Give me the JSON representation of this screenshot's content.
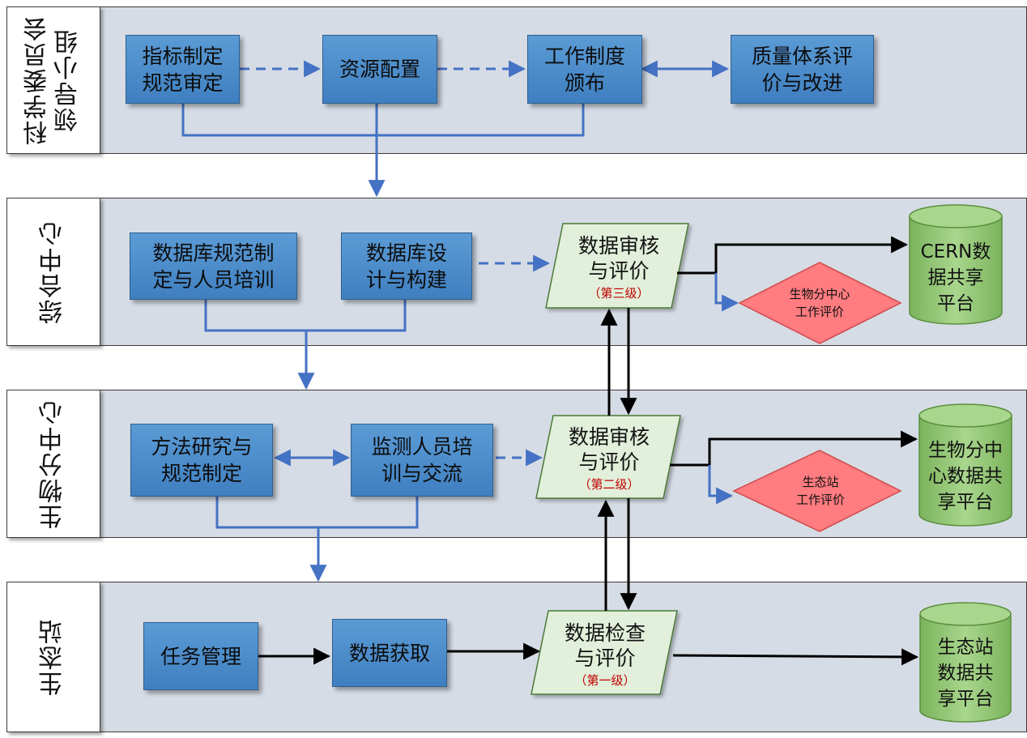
{
  "lanes": [
    {
      "label": "科学委员会\n领导小组"
    },
    {
      "label": "综合中心"
    },
    {
      "label": "生物分中心"
    },
    {
      "label": "生态站"
    }
  ],
  "committee": {
    "standards": "指标制定\n规范审定",
    "resources": "资源配置",
    "policy": "工作制度\n颁布",
    "quality": "质量体系评\n价与改进"
  },
  "center": {
    "db_standards": "数据库规范制\n定与人员培训",
    "db_design": "数据库设\n计与构建",
    "review": "数据审核\n与评价",
    "review_level": "（第三级）",
    "evaluation": "生物分中心\n工作评价",
    "platform": "CERN数\n据共享\n平台"
  },
  "bio": {
    "methods": "方法研究与\n规范制定",
    "training": "监测人员培\n训与交流",
    "review": "数据审核\n与评价",
    "review_level": "（第二级）",
    "evaluation": "生态站\n工作评价",
    "platform": "生物分中\n心数据共\n享平台"
  },
  "station": {
    "tasks": "任务管理",
    "acquisition": "数据获取",
    "check": "数据检查\n与评价",
    "check_level": "（第一级）",
    "platform": "生态站\n数据共\n享平台"
  },
  "colors": {
    "lane_bg": "#d6dce5",
    "box_blue": "#5b9bd5",
    "para_green": "#e2efda",
    "diamond_red": "#ff7c80",
    "cyl_green": "#8dc26f",
    "level_red": "#c00000",
    "link_blue": "#4472c4"
  }
}
